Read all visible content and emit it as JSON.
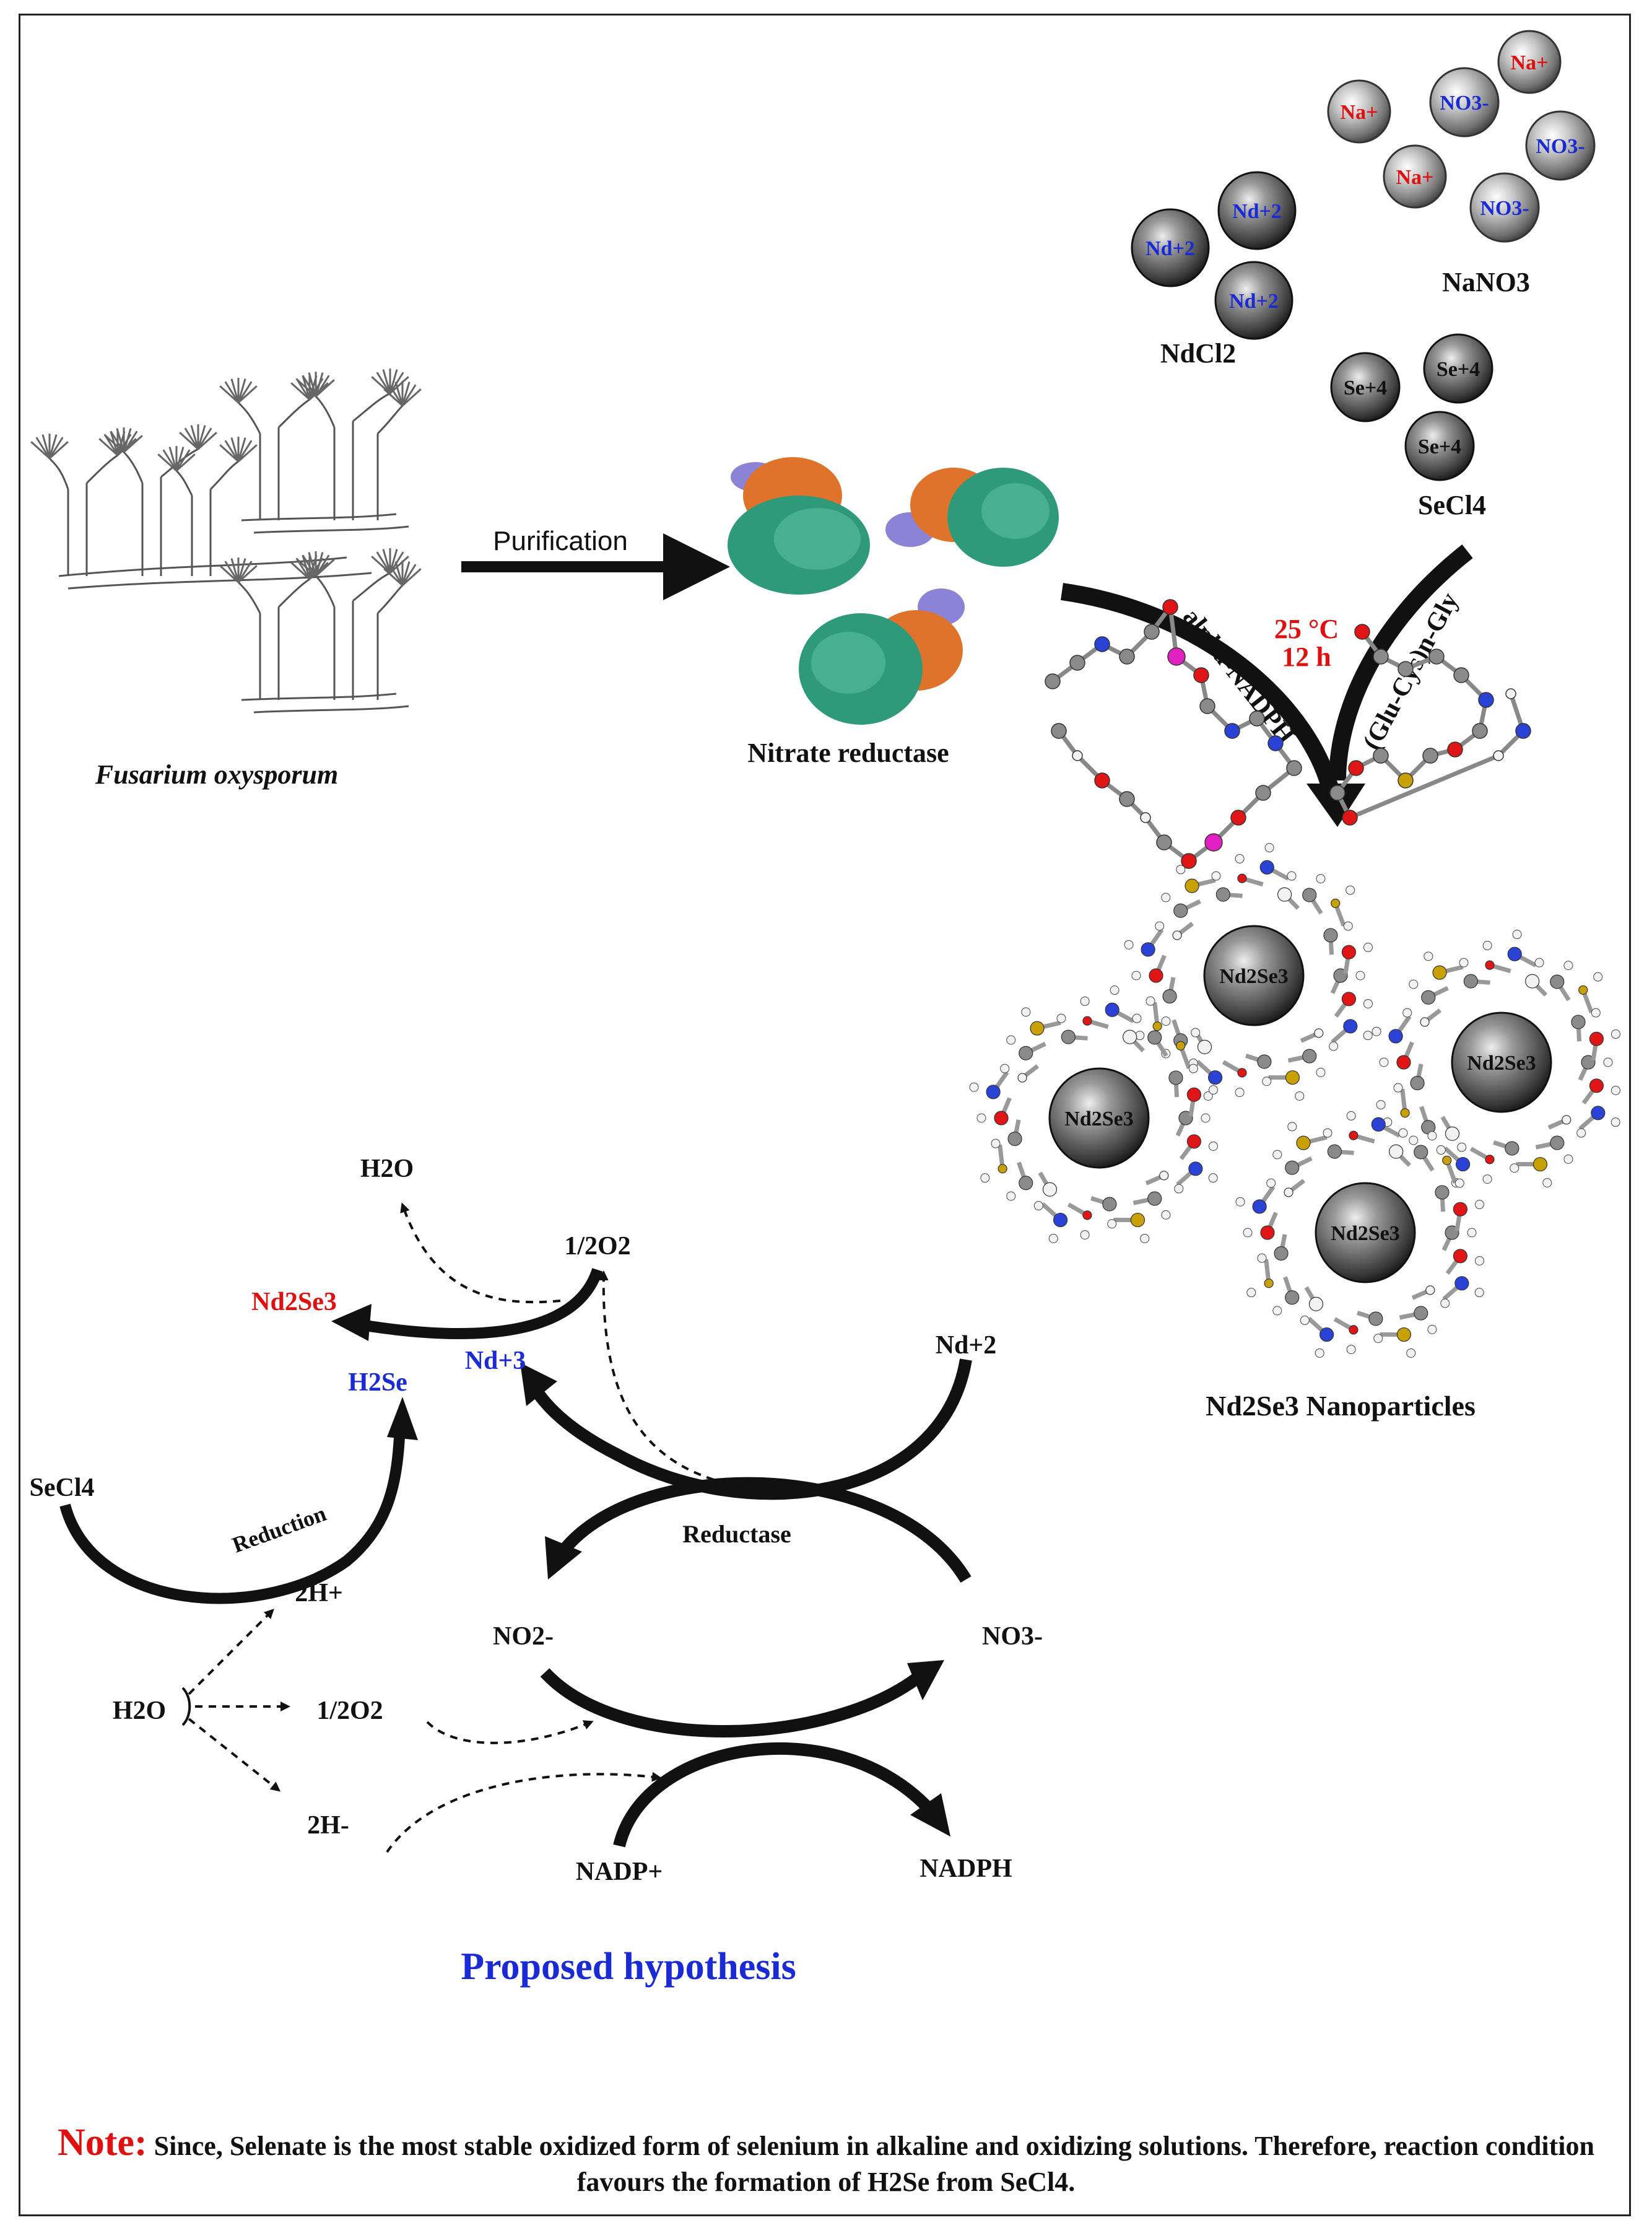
{
  "top": {
    "organism": "Fusarium oxysporum",
    "step": "Purification",
    "enzyme": "Nitrate reductase",
    "conditions": {
      "temp": "25 °C",
      "time": "12 h"
    },
    "cofactor": "alpha-NADPH",
    "capping": "(Glu-Cys)n-Gly",
    "product": "Nd2Se3 Nanoparticles"
  },
  "reagents": {
    "ndcl2": "NdCl2",
    "nano3": "NaNO3",
    "secl4": "SeCl4",
    "na_ion": "Na+",
    "no3_ion": "NO3-",
    "nd_ion": "Nd+2",
    "se_ion": "Se+4",
    "nanoparticle_core": "Nd2Se3"
  },
  "hypothesis": {
    "title": "Proposed hypothesis",
    "h2o_top": "H2O",
    "half_o2_top": "1/2O2",
    "nd2se3": "Nd2Se3",
    "h2se": "H2Se",
    "nd3": "Nd+3",
    "nd2": "Nd+2",
    "secl4": "SeCl4",
    "reduction": "Reduction",
    "reductase": "Reductase",
    "two_h_plus": "2H+",
    "no2": "NO2-",
    "no3": "NO3-",
    "h2o": "H2O",
    "half_o2": "1/2O2",
    "two_h_minus": "2H-",
    "nadp": "NADP+",
    "nadph": "NADPH"
  },
  "note": {
    "lead": "Note:",
    "text": "Since, Selenate is the most stable oxidized form of selenium in alkaline and oxidizing solutions. Therefore, reaction condition favours the formation of H2Se from SeCl4."
  },
  "colors": {
    "red": "#e01010",
    "blue": "#1a2bd6",
    "black": "#111111"
  }
}
